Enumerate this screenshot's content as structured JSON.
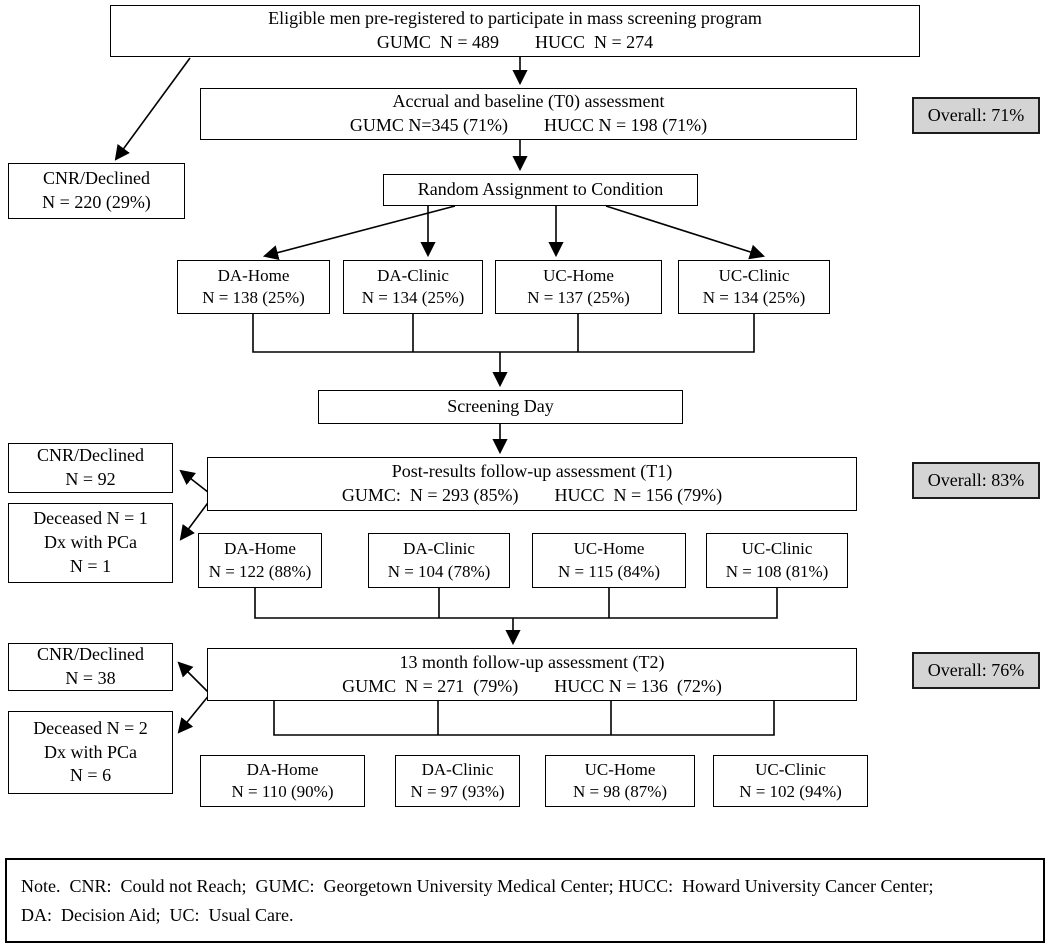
{
  "colors": {
    "overall_box_bg": "#d4d4d4",
    "line_color": "#000000",
    "box_bg": "#ffffff"
  },
  "flow": {
    "eligible": {
      "l1": "Eligible men pre-registered to participate in mass screening program",
      "l2": "GUMC  N = 489        HUCC  N = 274"
    },
    "accrual": {
      "l1": "Accrual and baseline (T0) assessment",
      "l2": "GUMC N=345 (71%)        HUCC N = 198 (71%)"
    },
    "overall_t0": "Overall: 71%",
    "cnr_t0": {
      "l1": "CNR/Declined",
      "l2": "N = 220 (29%)"
    },
    "random": "Random Assignment to Condition",
    "arms_t0": [
      {
        "l1": "DA-Home",
        "l2": "N = 138 (25%)"
      },
      {
        "l1": "DA-Clinic",
        "l2": "N = 134 (25%)"
      },
      {
        "l1": "UC-Home",
        "l2": "N = 137 (25%)"
      },
      {
        "l1": "UC-Clinic",
        "l2": "N = 134 (25%)"
      }
    ],
    "screening": "Screening Day",
    "t1": {
      "l1": "Post-results follow-up assessment (T1)",
      "l2": "GUMC:  N = 293 (85%)        HUCC  N = 156 (79%)"
    },
    "overall_t1": "Overall: 83%",
    "cnr_t1": {
      "l1": "CNR/Declined",
      "l2": "N = 92"
    },
    "deceased_t1": {
      "l1": "Deceased N = 1",
      "l2": "Dx with PCa",
      "l3": "N = 1"
    },
    "arms_t1": [
      {
        "l1": "DA-Home",
        "l2": "N = 122 (88%)"
      },
      {
        "l1": "DA-Clinic",
        "l2": "N = 104 (78%)"
      },
      {
        "l1": "UC-Home",
        "l2": "N = 115 (84%)"
      },
      {
        "l1": "UC-Clinic",
        "l2": "N = 108 (81%)"
      }
    ],
    "t2": {
      "l1": "13 month follow-up assessment (T2)",
      "l2": "GUMC  N = 271  (79%)        HUCC N = 136  (72%)"
    },
    "overall_t2": "Overall: 76%",
    "cnr_t2": {
      "l1": "CNR/Declined",
      "l2": "N = 38"
    },
    "deceased_t2": {
      "l1": "Deceased N = 2",
      "l2": "Dx with PCa",
      "l3": "N = 6"
    },
    "arms_t2": [
      {
        "l1": "DA-Home",
        "l2": "N = 110 (90%)"
      },
      {
        "l1": "DA-Clinic",
        "l2": "N = 97 (93%)"
      },
      {
        "l1": "UC-Home",
        "l2": "N = 98 (87%)"
      },
      {
        "l1": "UC-Clinic",
        "l2": "N = 102 (94%)"
      }
    ],
    "note": {
      "l1": "Note.  CNR:  Could not Reach;  GUMC:  Georgetown University Medical Center; HUCC:  Howard University Cancer Center;",
      "l2": "DA:  Decision Aid;  UC:  Usual Care."
    }
  }
}
